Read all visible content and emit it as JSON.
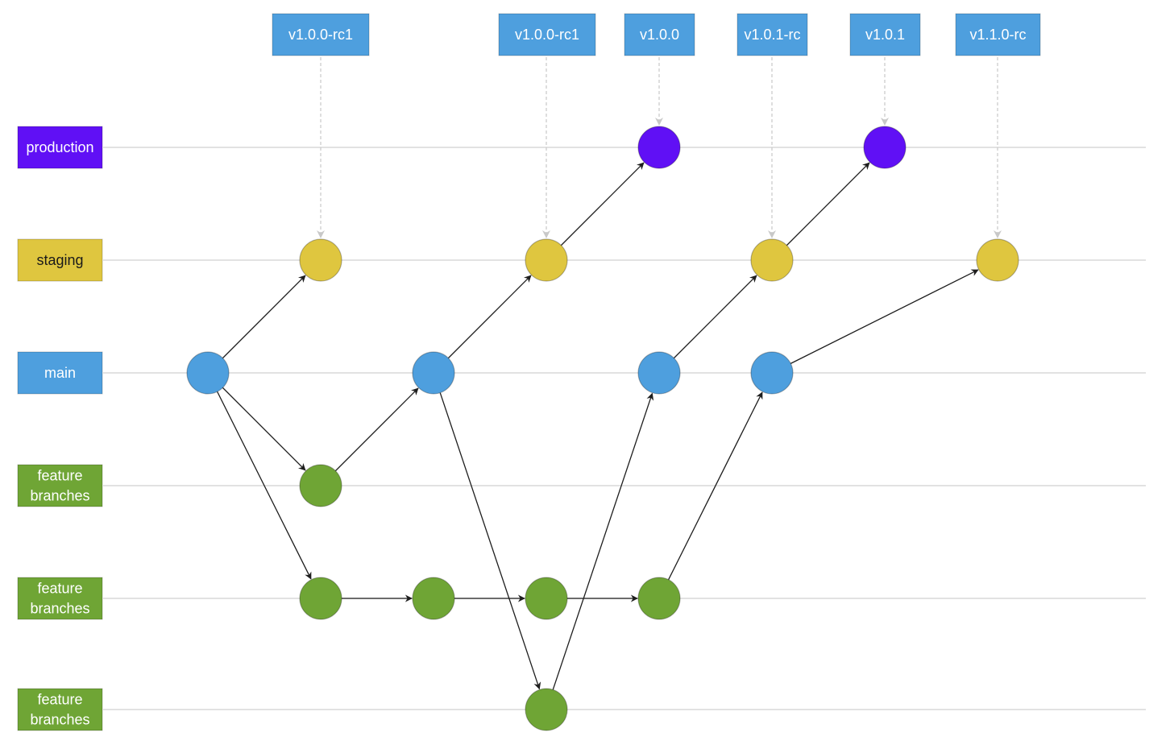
{
  "colors": {
    "production": "#6010f5",
    "staging": "#dfc63f",
    "main": "#4e9fde",
    "feature": "#6fa535",
    "lane_line": "#d9d9d9",
    "tag_line": "#c8c8c8",
    "edge": "#1e1e1e",
    "tag_box": "#4e9fde"
  },
  "lanes": [
    {
      "id": "production",
      "label": [
        "production"
      ],
      "color_key": "production",
      "text_color": "#ffffff"
    },
    {
      "id": "staging",
      "label": [
        "staging"
      ],
      "color_key": "staging",
      "text_color": "#1a1a1a"
    },
    {
      "id": "main",
      "label": [
        "main"
      ],
      "color_key": "main",
      "text_color": "#ffffff"
    },
    {
      "id": "feature-1",
      "label": [
        "feature",
        "branches"
      ],
      "color_key": "feature",
      "text_color": "#ffffff"
    },
    {
      "id": "feature-2",
      "label": [
        "feature",
        "branches"
      ],
      "color_key": "feature",
      "text_color": "#ffffff"
    },
    {
      "id": "feature-3",
      "label": [
        "feature",
        "branches"
      ],
      "color_key": "feature",
      "text_color": "#ffffff"
    }
  ],
  "tags": [
    {
      "label": "v1.0.0-rc1",
      "target": "s1"
    },
    {
      "label": "v1.0.0-rc1",
      "target": "s2"
    },
    {
      "label": "v1.0.0",
      "target": "p1"
    },
    {
      "label": "v1.0.1-rc",
      "target": "s3"
    },
    {
      "label": "v1.0.1",
      "target": "p2"
    },
    {
      "label": "v1.1.0-rc",
      "target": "s4"
    }
  ],
  "commits": [
    {
      "id": "m1",
      "lane": "main"
    },
    {
      "id": "m2",
      "lane": "main"
    },
    {
      "id": "m3",
      "lane": "main"
    },
    {
      "id": "m4",
      "lane": "main"
    },
    {
      "id": "s1",
      "lane": "staging"
    },
    {
      "id": "s2",
      "lane": "staging"
    },
    {
      "id": "s3",
      "lane": "staging"
    },
    {
      "id": "s4",
      "lane": "staging"
    },
    {
      "id": "p1",
      "lane": "production"
    },
    {
      "id": "p2",
      "lane": "production"
    },
    {
      "id": "f1a",
      "lane": "feature-1"
    },
    {
      "id": "f2a",
      "lane": "feature-2"
    },
    {
      "id": "f2b",
      "lane": "feature-2"
    },
    {
      "id": "f2c",
      "lane": "feature-2"
    },
    {
      "id": "f2d",
      "lane": "feature-2"
    },
    {
      "id": "f3a",
      "lane": "feature-3"
    }
  ],
  "edges": [
    [
      "m1",
      "s1"
    ],
    [
      "m1",
      "f1a"
    ],
    [
      "m1",
      "f2a"
    ],
    [
      "f1a",
      "m2"
    ],
    [
      "m2",
      "s2"
    ],
    [
      "m2",
      "f3a"
    ],
    [
      "s2",
      "p1"
    ],
    [
      "f2a",
      "f2b"
    ],
    [
      "f2b",
      "f2c"
    ],
    [
      "f2c",
      "f2d"
    ],
    [
      "f3a",
      "m3"
    ],
    [
      "m3",
      "s3"
    ],
    [
      "s3",
      "p2"
    ],
    [
      "f2d",
      "m4"
    ],
    [
      "m4",
      "s4"
    ]
  ]
}
